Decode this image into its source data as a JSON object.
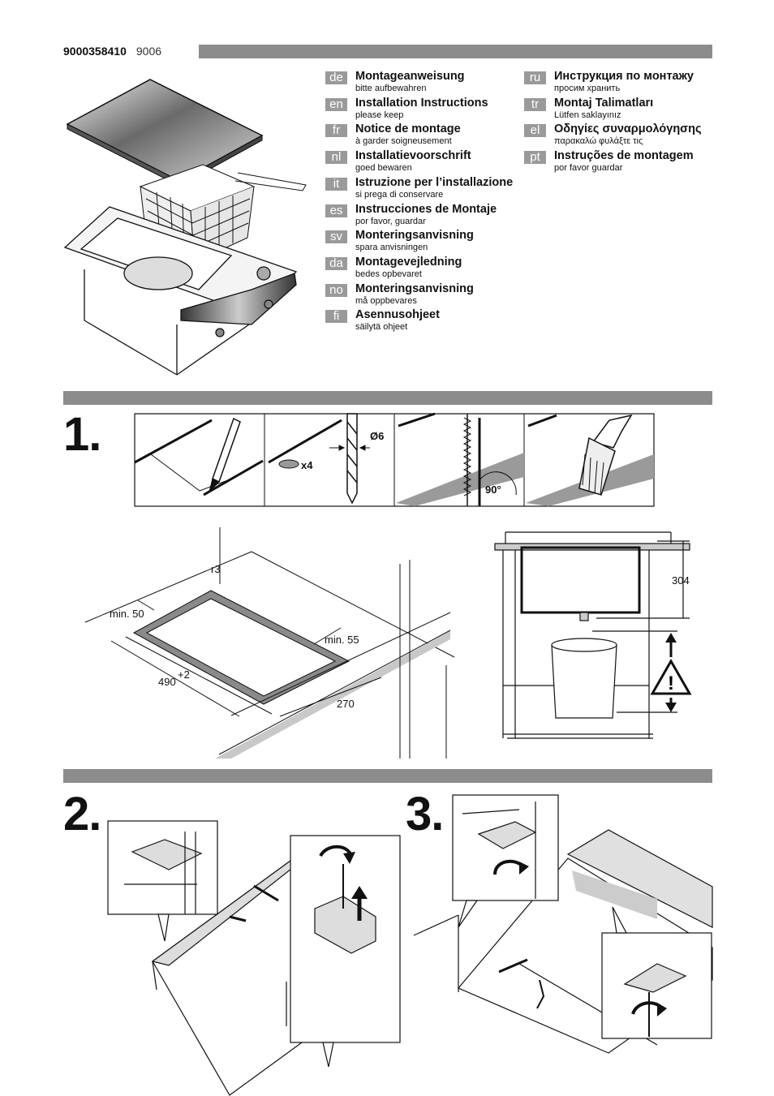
{
  "header": {
    "doc_number": "9000358410",
    "version": "9006"
  },
  "languages_left": [
    {
      "code": "de",
      "title": "Montageanweisung",
      "sub": "bitte aufbewahren"
    },
    {
      "code": "en",
      "title": "Installation Instructions",
      "sub": "please keep"
    },
    {
      "code": "fr",
      "title": "Notice de montage",
      "sub": "à garder soigneusement"
    },
    {
      "code": "nl",
      "title": "Installatievoorschrift",
      "sub": "goed bewaren"
    },
    {
      "code": "it",
      "title": "Istruzione per l’installazione",
      "sub": "si prega di conservare"
    },
    {
      "code": "es",
      "title": "Instrucciones de Montaje",
      "sub": "por favor, guardar"
    },
    {
      "code": "sv",
      "title": "Monteringsanvisning",
      "sub": "spara anvisningen"
    },
    {
      "code": "da",
      "title": "Montagevejledning",
      "sub": "bedes opbevaret"
    },
    {
      "code": "no",
      "title": "Monteringsanvisning",
      "sub": "må oppbevares"
    },
    {
      "code": "fi",
      "title": "Asennusohjeet",
      "sub": "säilytä ohjeet"
    }
  ],
  "languages_right": [
    {
      "code": "ru",
      "title": "Инструкция по монтажу",
      "sub": "просим хранить"
    },
    {
      "code": "tr",
      "title": "Montaj Talimatları",
      "sub": "Lütfen saklayınız"
    },
    {
      "code": "el",
      "title": "Οδηγίες συναρμολόγησης",
      "sub": "παρακαλώ φυλάξτε τις"
    },
    {
      "code": "pt",
      "title": "Instruções de montagem",
      "sub": "por favor guardar"
    }
  ],
  "steps": {
    "s1": "1.",
    "s2": "2.",
    "s3": "3."
  },
  "step1_labels": {
    "drill_diameter": "Ø6",
    "count": "x4",
    "angle": "90°",
    "radius": "r3",
    "min_left": "min. 50",
    "min_right": "min. 55",
    "width": "490",
    "width_tol": "+2",
    "depth": "270",
    "height": "304"
  },
  "icons": [
    "pencil-icon",
    "drill-bit-icon",
    "saw-blade-icon",
    "brush-icon",
    "warning-icon",
    "rotate-arrow-icon",
    "up-arrow-icon"
  ]
}
